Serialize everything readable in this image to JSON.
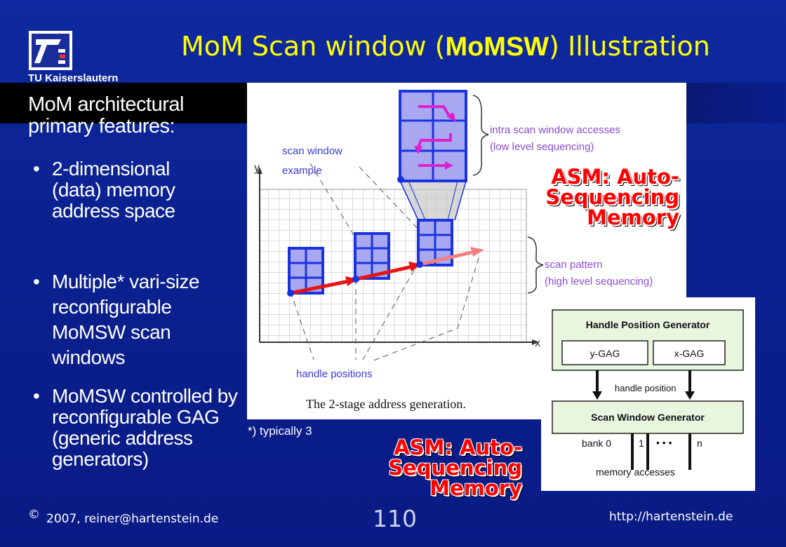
{
  "header": {
    "title_pre": "MoM Scan window (",
    "title_bold": "MoMSW",
    "title_post": ") Illustration",
    "logo_caption": "TU Kaiserslautern"
  },
  "left": {
    "heading": "MoM architectural primary features:",
    "bullets": [
      "2-dimensional (data) memory address space",
      "Multiple* vari-size reconfigurable MoMSW scan windows",
      "MoMSW controlled by reconfigurable GAG (generic address generators)"
    ]
  },
  "diagram": {
    "label_scan_window": "scan window",
    "label_example": "example",
    "axis_y": "y",
    "axis_x": "x",
    "intra_1": "intra scan window accesses",
    "intra_2": "(low level sequencing)",
    "pattern_1": "scan pattern",
    "pattern_2": "(high level sequencing)",
    "handle_positions": "handle positions",
    "caption": "The 2-stage address generation."
  },
  "block_diagram": {
    "hpg": "Handle Position Generator",
    "ygag": "y-GAG",
    "xgag": "x-GAG",
    "handle_position": "handle position",
    "swg": "Scan Window Generator",
    "bank0": "bank 0",
    "bank1": "1",
    "bank_dots": "• • •",
    "bankn": "n",
    "mem_access": "memory accesses"
  },
  "asm_label": "ASM: Auto-\nSequencing\nMemory",
  "footnote": "*) typically 3",
  "footer": {
    "copyright_symbol": "©",
    "copyright": "2007, reiner@hartenstein.de",
    "page_number": "110",
    "url": "http://hartenstein.de"
  },
  "colors": {
    "background": "#0a1e8c",
    "title": "#ffff00",
    "asm_red": "#ff0000",
    "window_blue": "#1a33e0",
    "diagram_purple": "#8a4dd1",
    "block_green": "#e8f5df"
  }
}
